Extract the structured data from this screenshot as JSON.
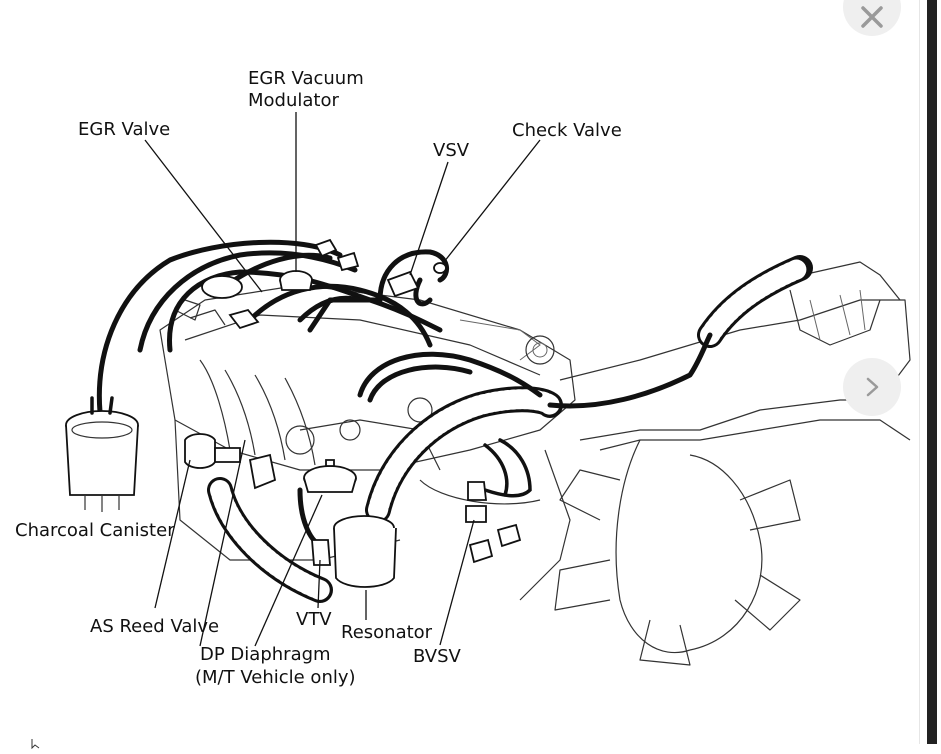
{
  "labels": {
    "egr_vacuum_modulator_1": "EGR Vacuum",
    "egr_vacuum_modulator_2": "Modulator",
    "egr_valve": "EGR Valve",
    "vsv": "VSV",
    "check_valve": "Check Valve",
    "charcoal_canister": "Charcoal Canister",
    "as_reed_valve": "AS Reed Valve",
    "vtv": "VTV",
    "resonator": "Resonator",
    "dp_diaphragm_1": "DP Diaphragm",
    "dp_diaphragm_2": "(M/T Vehicle only)",
    "bvsv": "BVSV"
  },
  "controls": {
    "close_icon": "close-icon",
    "next_icon": "chevron-right-icon"
  },
  "colors": {
    "line": "#111111",
    "button_bg": "#efefef",
    "button_icon": "#9a9a9a",
    "scrollbar_thumb": "#222222"
  }
}
